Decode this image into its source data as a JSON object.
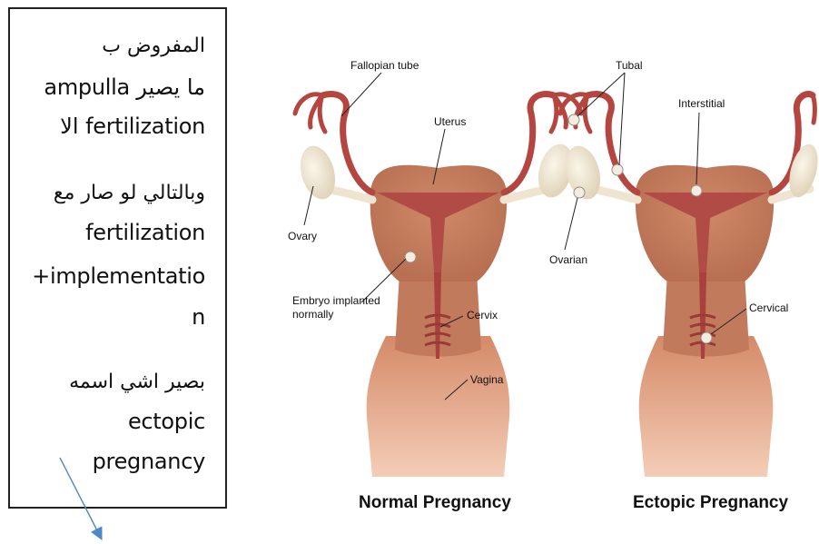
{
  "note": {
    "line1": "المفروض ب",
    "line2": "ampulla ما يصير",
    "line3": "الا  fertilization",
    "line4": "وبالتالي لو صار مع",
    "line5": "fertilization",
    "line6": "+implementatio",
    "line7": "n",
    "line8": "بصير اشي اسمه",
    "line9": "ectopic",
    "line10": "pregnancy"
  },
  "normal": {
    "caption": "Normal Pregnancy",
    "fallopian_tube": "Fallopian tube",
    "uterus": "Uterus",
    "ovary": "Ovary",
    "embryo_line1": "Embryo implanted",
    "embryo_line2": "normally",
    "cervix": "Cervix",
    "vagina": "Vagina"
  },
  "ectopic": {
    "caption": "Ectopic Pregnancy",
    "tubal": "Tubal",
    "interstitial": "Interstitial",
    "ovarian": "Ovarian",
    "cervical": "Cervical"
  },
  "colors": {
    "uterus": "#c8805f",
    "tube": "#b5463f",
    "vagina": "#d98f6c",
    "ovary": "#efe4cf",
    "arrow": "#4f88c6"
  }
}
